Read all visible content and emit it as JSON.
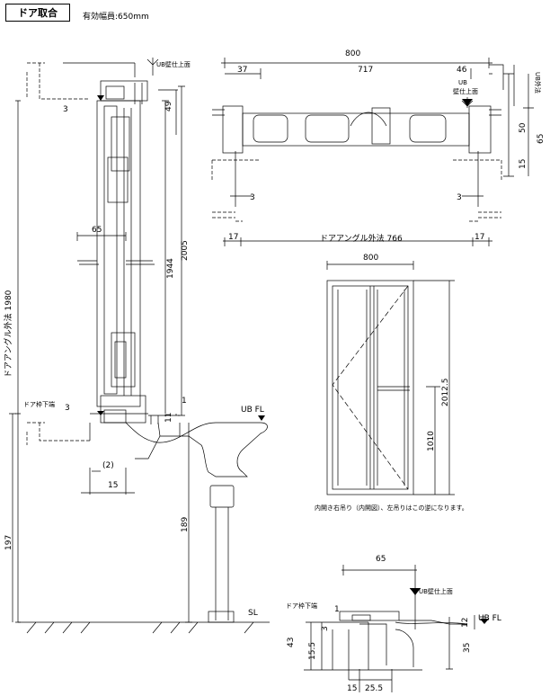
{
  "header": {
    "title": "ドア取合",
    "effective_width_label": "有効幅員:650mm"
  },
  "section": {
    "ub_wall_top": "UB壁仕上面",
    "dims": {
      "d3_top": "3",
      "d49": "49",
      "d1980": "ドアアングル外法 1980",
      "d65": "65",
      "d1944": "1944",
      "d2005": "2005",
      "door_frame_bottom": "ドア枠下端",
      "d3_bottom": "3",
      "d11": "11",
      "d1": "1",
      "ub_fl": "UB FL",
      "d2": "(2)",
      "d15": "15",
      "d197": "197",
      "d189": "189",
      "sl": "SL"
    }
  },
  "plan": {
    "overall": "800",
    "d37": "37",
    "d717": "717",
    "d46": "46",
    "ub_wall_top": "UB\n壁仕上面",
    "ub_outer": "UB外法",
    "d50": "50",
    "d65": "65",
    "d15": "15",
    "d3_left": "3",
    "d3_right": "3",
    "d17_left": "17",
    "d17_right": "17",
    "angle_outer": "ドアアングル外法 766"
  },
  "elevation": {
    "width": "800",
    "height": "2012.5",
    "handle_height": "1010",
    "note": "内開き右吊り（内開図）、左吊りはこの逆になります。"
  },
  "detail": {
    "d65": "65",
    "ub_wall_top": "UB壁仕上面",
    "door_frame_bottom": "ドア枠下端",
    "d1": "1",
    "d3": "3",
    "ub_fl": "UB FL",
    "d12": "12",
    "d43": "43",
    "d15_5": "15.5",
    "d35": "35",
    "d15": "15",
    "d25_5": "25.5"
  }
}
